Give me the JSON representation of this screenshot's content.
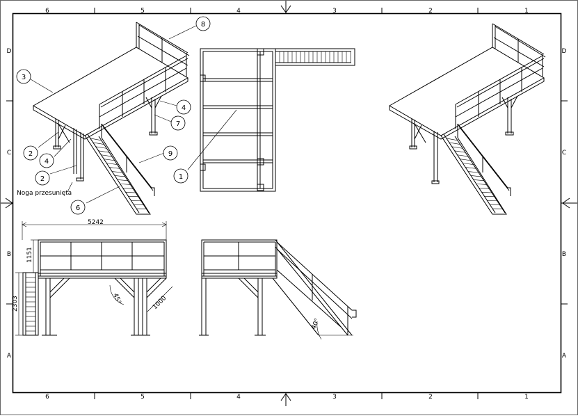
{
  "frame": {
    "columns": [
      "6",
      "5",
      "4",
      "3",
      "2",
      "1"
    ],
    "rows": [
      "D",
      "C",
      "B",
      "A"
    ]
  },
  "balloons": {
    "b1": "1",
    "b2a": "2",
    "b2b": "2",
    "b3": "3",
    "b4a": "4",
    "b4b": "4",
    "b6": "6",
    "b7": "7",
    "b8": "8",
    "b9": "9"
  },
  "note": "Noga przesunięta",
  "dimensions": {
    "width": "5242",
    "rail_height": "1151",
    "deck_height": "2303",
    "brace_angle": "45°",
    "brace_length": "1000",
    "stair_angle": "40°"
  }
}
